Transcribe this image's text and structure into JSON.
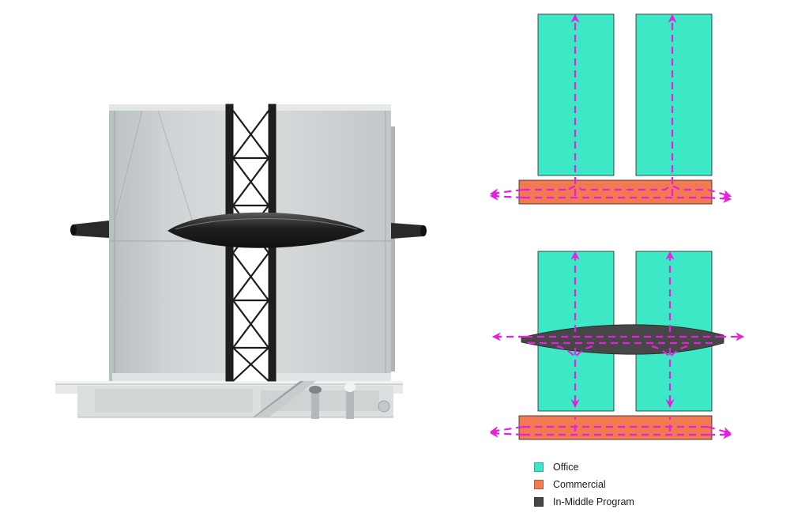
{
  "colors": {
    "office": "#3de8c6",
    "commercial": "#f27a50",
    "in_middle": "#474747",
    "circulation": "#e81ee0",
    "building": "#c9ced0"
  },
  "legend": [
    {
      "label": "Office",
      "color": "#3de8c6"
    },
    {
      "label": "Commercial",
      "color": "#f27a50"
    },
    {
      "label": "In-Middle Program",
      "color": "#474747"
    }
  ]
}
